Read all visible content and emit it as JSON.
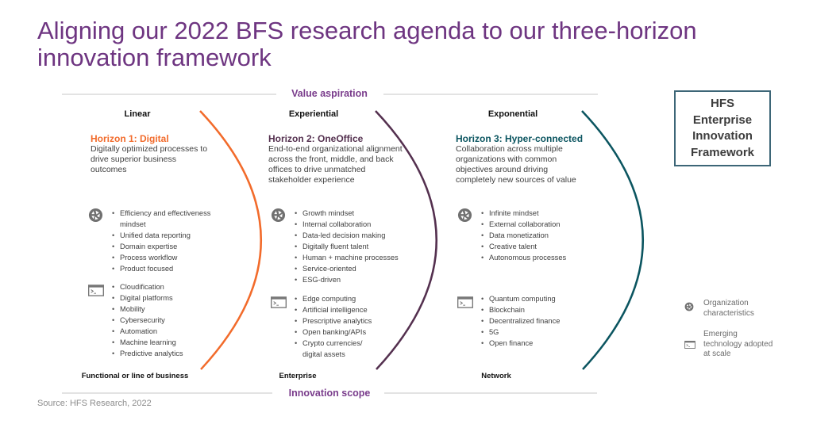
{
  "title": "Aligning our 2022 BFS research agenda to our three-horizon innovation framework",
  "axes": {
    "top_label": "Value aspiration",
    "bottom_label": "Innovation scope"
  },
  "colors": {
    "title": "#6e3581",
    "horizon1": "#f26b2b",
    "horizon2": "#54304f",
    "horizon3": "#0b5560",
    "frame_box": "#3d6677"
  },
  "horizons": [
    {
      "column_header": "Linear",
      "title": "Horizon 1: Digital",
      "description": "Digitally optimized processes to drive superior business outcomes",
      "org_characteristics": [
        "Efficiency and effectiveness mindset",
        "Unified data reporting",
        "Domain expertise",
        "Process workflow",
        "Product focused"
      ],
      "emerging_tech": [
        "Cloudification",
        "Digital platforms",
        "Mobility",
        "Cybersecurity",
        "Automation",
        "Machine learning",
        "Predictive analytics"
      ],
      "column_footer": "Functional or line of business"
    },
    {
      "column_header": "Experiential",
      "title": "Horizon 2: OneOffice",
      "description": "End-to-end organizational alignment across the front, middle, and back offices to drive unmatched stakeholder experience",
      "org_characteristics": [
        "Growth mindset",
        "Internal collaboration",
        "Data-led decision making",
        "Digitally fluent talent",
        "Human + machine processes",
        "Service-oriented",
        "ESG-driven"
      ],
      "emerging_tech": [
        "Edge computing",
        "Artificial intelligence",
        "Prescriptive analytics",
        "Open banking/APIs",
        "Crypto currencies/ digital assets"
      ],
      "column_footer": "Enterprise"
    },
    {
      "column_header": "Exponential",
      "title": "Horizon 3: Hyper-connected",
      "description": "Collaboration across multiple organizations with common objectives around driving completely new sources of value",
      "org_characteristics": [
        "Infinite mindset",
        "External collaboration",
        "Data monetization",
        "Creative talent",
        "Autonomous processes"
      ],
      "emerging_tech": [
        "Quantum computing",
        "Blockchain",
        "Decentralized finance",
        "5G",
        "Open finance"
      ],
      "column_footer": "Network"
    }
  ],
  "framework_box": {
    "lines": [
      "HFS",
      "Enterprise",
      "Innovation",
      "Framework"
    ]
  },
  "legend": [
    {
      "icon": "aperture-icon",
      "label": "Organization characteristics"
    },
    {
      "icon": "terminal-window-icon",
      "label": "Emerging technology adopted at scale"
    }
  ],
  "source": "Source: HFS Research, 2022"
}
